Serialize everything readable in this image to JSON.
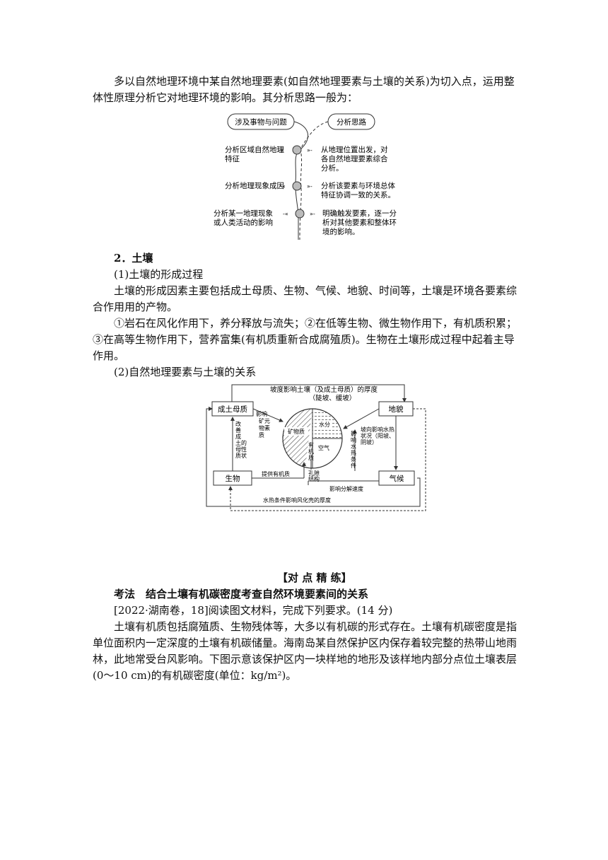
{
  "intro": {
    "line1": "多以自然地理环境中某自然地理要素(如自然地理要素与土壤的关系)为切入点，运用整",
    "line2": "体性原理分析它对地理环境的影响。其分析思路一般为："
  },
  "flow": {
    "left_header": "涉及事物与问题",
    "right_header": "分析思路",
    "row1_left": [
      "分析区域自然地理",
      "特征"
    ],
    "row1_right": [
      "从地理位置出发，对",
      "各自然地理要素综合",
      "分析。"
    ],
    "row2_left": [
      "分析地理现象成因"
    ],
    "row2_right": [
      "分析该要素与环境总体",
      "特征协调一致的关系。"
    ],
    "row3_left": [
      "分析某一地理现象",
      "或人类活动的影响"
    ],
    "row3_right": [
      "明确触发要素，逐一分",
      "析对其他要素和整体环",
      "境的影响。"
    ]
  },
  "soil": {
    "heading": "2．土壤",
    "sub1": "(1)土壤的形成过程",
    "para1_line1": "土壤的形成因素主要包括成土母质、生物、气候、地貌、时间等，土壤是环境各要素综",
    "para1_line2": "合作用用的产物。",
    "para2_line1": "①岩石在风化作用下，养分释放与流失；②在低等生物、微生物作用下，有机质积累；",
    "para2_line2": "③在高等生物作用下，营养富集(有机质重新合成腐殖质)。生物在土壤形成过程中起着主导",
    "para2_line3": "作用。",
    "sub2": "(2)自然地理要素与土壤的关系"
  },
  "rel": {
    "top_label": "坡度影响土壤（及成土母质）的厚度",
    "top_label2": "（陡坡、缓坡）",
    "box_parent": "成土母质",
    "box_landform": "地貌",
    "box_bio": "生物",
    "box_climate": "气候",
    "label_mineral": [
      "影",
      "响",
      "矿",
      "物",
      "质",
      "元",
      "素"
    ],
    "label_improve": [
      "改",
      "善",
      "成",
      "土",
      "母",
      "质",
      "的",
      "性",
      "状"
    ],
    "label_slope": [
      "坡向影响水热",
      "状况（阳坡、",
      "阴坡）"
    ],
    "label_hydro": [
      "影",
      "响",
      "水",
      "热",
      "条",
      "件"
    ],
    "circle_mineral": "矿物质",
    "circle_water": "水分",
    "circle_air": "空气",
    "circle_organic": [
      "有",
      "机",
      "质"
    ],
    "label_pore": [
      "孔隙",
      "结构"
    ],
    "label_organic_supply": "提供有机质",
    "label_decompose": "影响分解速度",
    "bottom_label": "水热条件影响风化壳的厚度"
  },
  "practice": {
    "title": "【对 点 精 练】",
    "method": "考法　结合土壤有机碳密度考查自然环境要素间的关系",
    "source": "[2022·湖南卷，18]阅读图文材料，完成下列要求。(14 分)",
    "line1": "土壤有机质包括腐殖质、生物残体等，大多以有机碳的形式存在。土壤有机碳密度是指",
    "line2": "单位面积内一定深度的土壤有机碳储量。海南岛某自然保护区内保存着较完整的热带山地雨",
    "line3": "林，此地常受台风影响。下图示意该保护区内一块样地的地形及该样地内部分点位土壤表层",
    "line4": "(0～10 cm)的有机碳密度(单位：kg/m²)。"
  }
}
